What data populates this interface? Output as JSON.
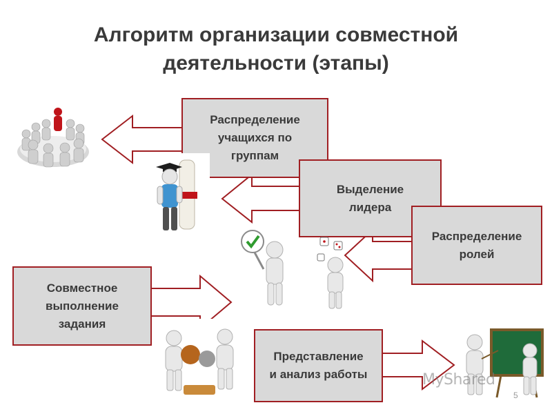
{
  "title": {
    "line1": "Алгоритм организации совместной",
    "line2": "деятельности (этапы)"
  },
  "steps": {
    "distribution_groups": "Распределение\nучащихся по\nгруппам",
    "leader": "Выделение\nлидера",
    "roles": "Распределение\nролей",
    "joint_task": "Совместное\nвыполнение\nзадания",
    "presentation": "Представление\nи анализ работы"
  },
  "watermark": "MyShared",
  "slide_number": "5",
  "colors": {
    "border": "#a01e22",
    "box_fill": "#d9d9d9",
    "text": "#3a3a3a"
  },
  "icons": [
    "people-circle-icon",
    "graduate-diploma-icon",
    "checkmark-sign-icon",
    "dice-juggler-icon",
    "puzzle-figures-icon",
    "blackboard-teacher-icon"
  ]
}
